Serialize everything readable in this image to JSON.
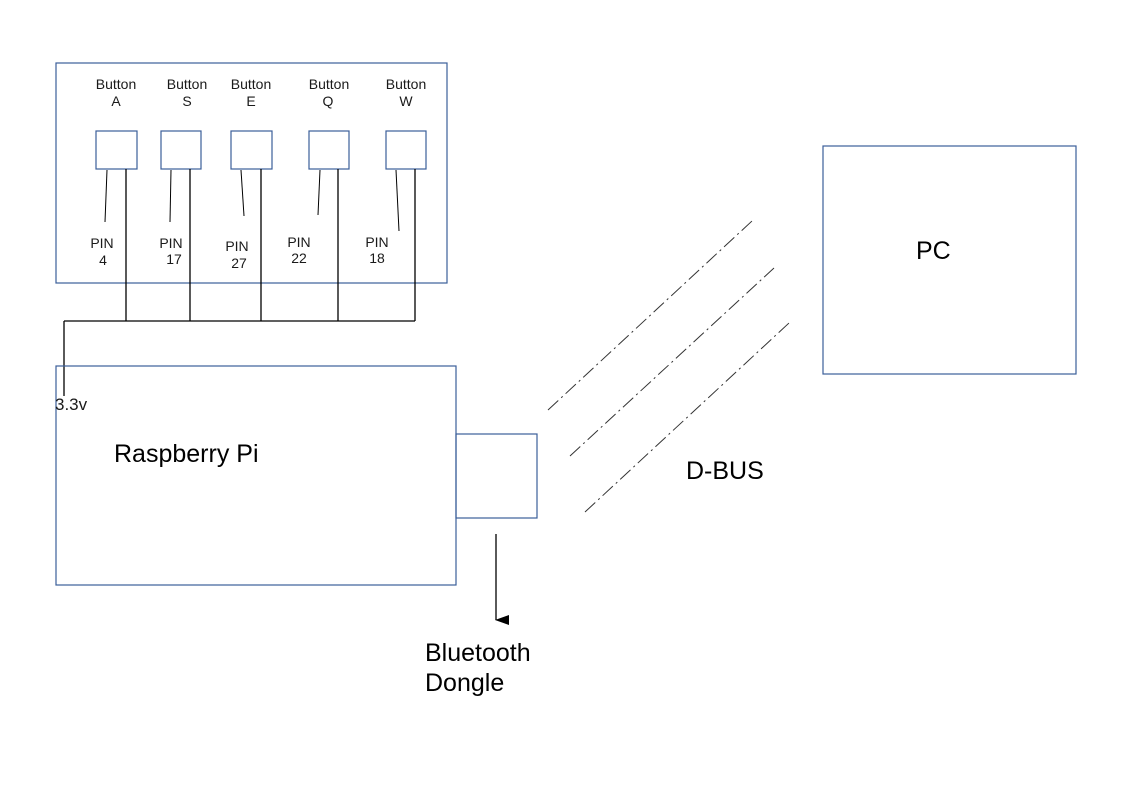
{
  "buttons_panel": {
    "buttons": [
      {
        "label_line1": "Button",
        "label_line2": "A",
        "pin_line1": "PIN",
        "pin_line2": "4"
      },
      {
        "label_line1": "Button",
        "label_line2": "S",
        "pin_line1": "PIN",
        "pin_line2": "17"
      },
      {
        "label_line1": "Button",
        "label_line2": "E",
        "pin_line1": "PIN",
        "pin_line2": "27"
      },
      {
        "label_line1": "Button",
        "label_line2": "Q",
        "pin_line1": "PIN",
        "pin_line2": "22"
      },
      {
        "label_line1": "Button",
        "label_line2": "W",
        "pin_line1": "PIN",
        "pin_line2": "18"
      }
    ]
  },
  "raspberry_pi": {
    "label": "Raspberry Pi",
    "voltage_label": "3.3v"
  },
  "dongle": {
    "label_line1": "Bluetooth",
    "label_line2": "Dongle"
  },
  "link": {
    "label": "D-BUS"
  },
  "pc": {
    "label": "PC"
  },
  "colors": {
    "box_stroke": "#3b5f9a",
    "wire": "#000000"
  }
}
